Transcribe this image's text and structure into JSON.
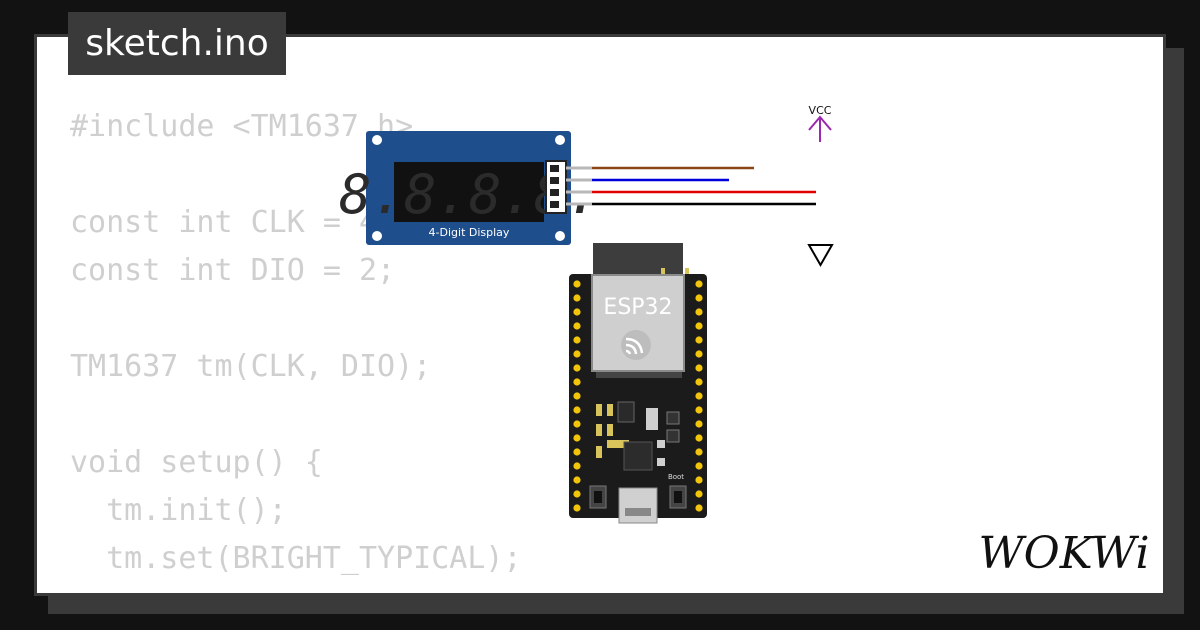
{
  "tab": {
    "filename": "sketch.ino"
  },
  "code": {
    "lines": [
      "#include <TM1637.h>",
      "",
      "const int CLK = 4;",
      "const int DIO = 2;",
      "",
      "TM1637 tm(CLK, DIO);",
      "",
      "void setup() {",
      "  tm.init();",
      "  tm.set(BRIGHT_TYPICAL);",
      "}"
    ]
  },
  "display_module": {
    "label": "4-Digit Display",
    "digits": "8.8.8.8."
  },
  "esp32": {
    "chip_label": "ESP32",
    "boot_label": "Boot"
  },
  "power": {
    "vcc_label": "VCC"
  },
  "brand": {
    "logo_text": "WOKWi"
  },
  "colors": {
    "wire_clk": "#8b4513",
    "wire_dio": "#0000dd",
    "wire_vcc": "#e00000",
    "wire_gnd": "#000000",
    "display_board": "#1e4e8c",
    "vcc_symbol": "#9c27b0"
  }
}
